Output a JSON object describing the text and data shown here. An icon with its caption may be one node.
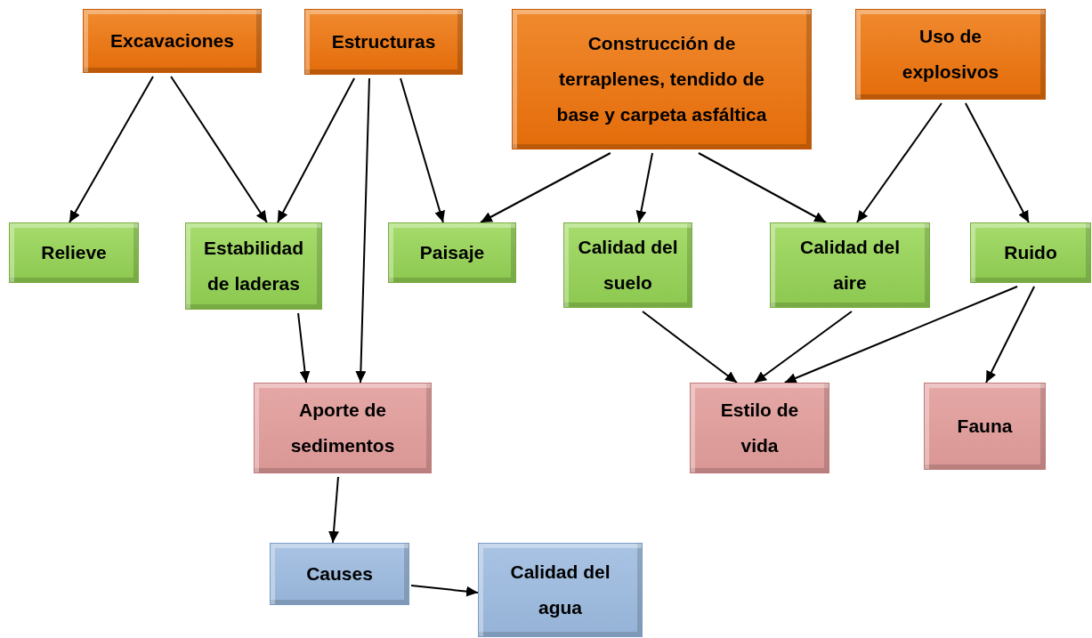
{
  "diagram": {
    "nodes": [
      {
        "text": [
          "Excavaciones"
        ]
      },
      {
        "text": [
          "Estructuras"
        ]
      },
      {
        "text": [
          "Construcción de terraplenes, tendido de base y carpeta asfáltica"
        ]
      },
      {
        "text": [
          "Uso de explosivos"
        ]
      },
      {
        "text": [
          "Relieve"
        ]
      },
      {
        "text": [
          "Estabilidad de laderas"
        ]
      },
      {
        "text": [
          "Paisaje"
        ]
      },
      {
        "text": [
          "Calidad del suelo"
        ]
      },
      {
        "text": [
          "Calidad del aire"
        ]
      },
      {
        "text": [
          "Ruido"
        ]
      },
      {
        "text": [
          "Aporte de sedimentos"
        ]
      },
      {
        "text": [
          "Estilo de vida"
        ]
      },
      {
        "text": [
          "Fauna"
        ]
      },
      {
        "text": [
          "Causes"
        ]
      },
      {
        "text": [
          "Calidad del agua"
        ]
      }
    ],
    "edges": [
      {
        "from": 0,
        "to": 4,
        "arrow": "to"
      },
      {
        "from": 0,
        "to": 5,
        "arrow": "to"
      },
      {
        "from": 1,
        "to": 5,
        "arrow": "to"
      },
      {
        "from": 1,
        "to": 10,
        "arrow": "to"
      },
      {
        "from": 1,
        "to": 6,
        "arrow": "to"
      },
      {
        "from": 2,
        "to": 6,
        "arrow": "to"
      },
      {
        "from": 2,
        "to": 7,
        "arrow": "to"
      },
      {
        "from": 2,
        "to": 8,
        "arrow": "to"
      },
      {
        "from": 3,
        "to": 8,
        "arrow": "to"
      },
      {
        "from": 3,
        "to": 9,
        "arrow": "to"
      },
      {
        "from": 5,
        "to": 10,
        "arrow": "to"
      },
      {
        "from": 7,
        "to": 11,
        "arrow": "to"
      },
      {
        "from": 8,
        "to": 11,
        "arrow": "to"
      },
      {
        "from": 9,
        "to": 11,
        "arrow": "to"
      },
      {
        "from": 9,
        "to": 12,
        "arrow": "to"
      },
      {
        "from": 10,
        "to": 13,
        "arrow": "to"
      },
      {
        "from": 13,
        "to": 14,
        "arrow": "to"
      }
    ]
  }
}
